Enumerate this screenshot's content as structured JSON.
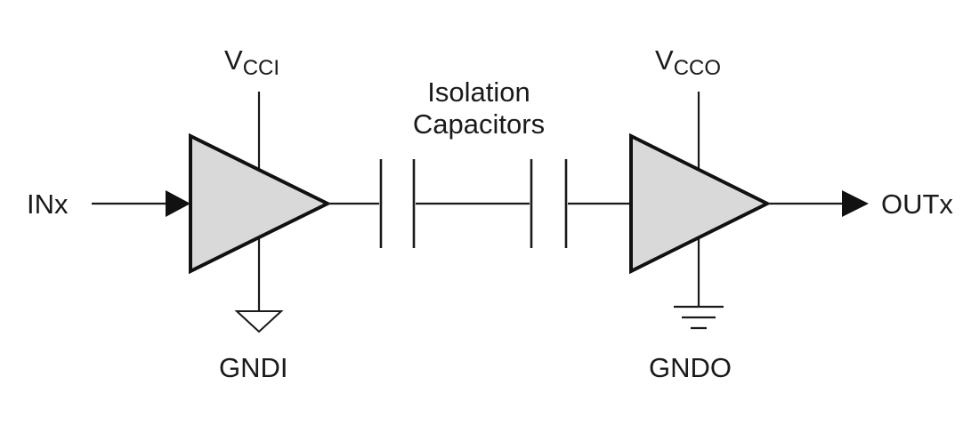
{
  "labels": {
    "input": "INx",
    "output": "OUTx",
    "vcc_input_main": "V",
    "vcc_input_sub": "CCI",
    "vcc_output_main": "V",
    "vcc_output_sub": "CCO",
    "gnd_input": "GNDI",
    "gnd_output": "GNDO",
    "capacitors_line1": "Isolation",
    "capacitors_line2": "Capacitors"
  },
  "colors": {
    "buffer_fill": "#d9d9d9",
    "stroke": "#111111",
    "background": "#ffffff"
  },
  "symbols": {
    "input_buffer": "triangle-buffer",
    "output_buffer": "triangle-buffer",
    "capacitors": [
      "capacitor",
      "capacitor"
    ],
    "input_ground": "open-triangle-ground-icon",
    "output_ground": "earth-ground-icon"
  }
}
